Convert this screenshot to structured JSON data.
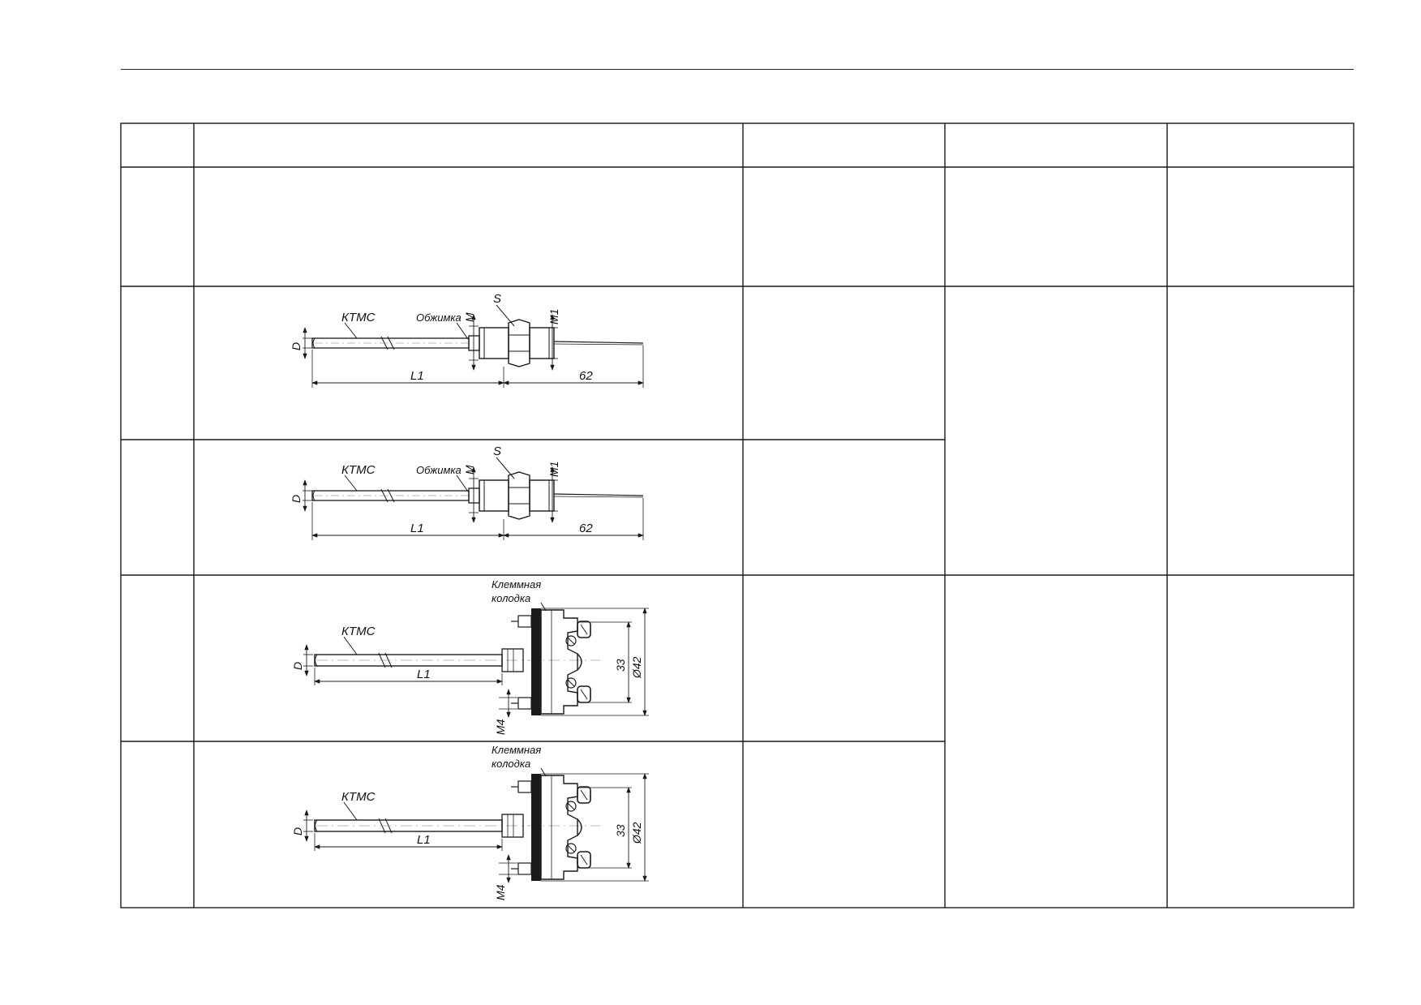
{
  "drawings": {
    "crimp": {
      "ktms_label": "КТМС",
      "crimp_label": "Обжимка",
      "d_label": "D",
      "m_label": "M",
      "s_label": "S",
      "m1_label": "M1",
      "l1_label": "L1",
      "dim_62": "62"
    },
    "terminal": {
      "block_line1": "Клеммная",
      "block_line2": "колодка",
      "ktms_label": "КТМС",
      "d_label": "D",
      "l1_label": "L1",
      "dim_33": "33",
      "dim_42": "Ø42",
      "m4_label": "M4"
    }
  },
  "colors": {
    "line": "#1a1a1a",
    "page": "#ffffff"
  }
}
